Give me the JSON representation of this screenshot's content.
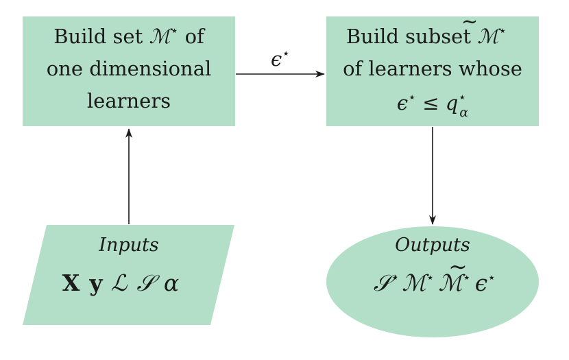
{
  "colors": {
    "node_fill": "#b3dfc8",
    "edge": "#1a1a1a",
    "text": "#1a1a1a"
  },
  "nodes": {
    "build_set": {
      "line1_prefix": "Build set ",
      "line1_symbol": "ℳ",
      "line1_star": "⋆",
      "line1_suffix": " of",
      "line2": "one dimensional",
      "line3": "learners"
    },
    "build_subset": {
      "line1_prefix": "Build subset ",
      "line1_symbol": "ℳ",
      "line1_tilde": "∼",
      "line1_star": "⋆",
      "line2": "of learners whose",
      "line3_eps": "ϵ",
      "line3_star": "⋆",
      "line3_rel": " ≤ ",
      "line3_q": "q",
      "line3_qstar": "⋆",
      "line3_sub": "α"
    },
    "inputs": {
      "label": "Inputs",
      "X": "X",
      "y": "y",
      "L": "ℒ",
      "S": "𝒮",
      "alpha": "α"
    },
    "outputs": {
      "label": "Outputs",
      "S": "𝒮",
      "S_star": "⋆",
      "M": "ℳ",
      "M_star": "⋆",
      "Mt": "ℳ",
      "Mt_tilde": "∼",
      "Mt_star": "⋆",
      "eps": "ϵ",
      "eps_star": "⋆"
    }
  },
  "edges": {
    "set_to_subset_label_eps": "ϵ",
    "set_to_subset_label_star": "⋆"
  }
}
